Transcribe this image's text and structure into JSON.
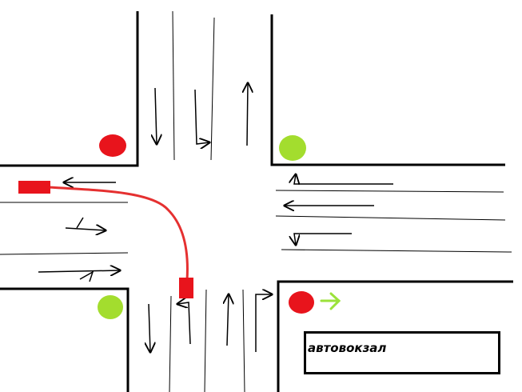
{
  "colors": {
    "light_red": "#e8141c",
    "light_green": "#a3dd2e",
    "car": "#e8141c",
    "car_path": "#e53030",
    "right_turn_arrow": "#9be23a",
    "ink": "#000000"
  },
  "traffic_lights": [
    {
      "name": "top-left-traffic-light",
      "color": "red"
    },
    {
      "name": "top-right-traffic-light",
      "color": "green"
    },
    {
      "name": "bottom-left-traffic-light",
      "color": "green"
    },
    {
      "name": "bottom-right-traffic-light",
      "color": "red"
    }
  ],
  "signs": {
    "bus_station_label": "автовокзал"
  },
  "icons": {
    "right_arrow": "green-right-arrow-icon",
    "car": "car-marker-icon"
  }
}
